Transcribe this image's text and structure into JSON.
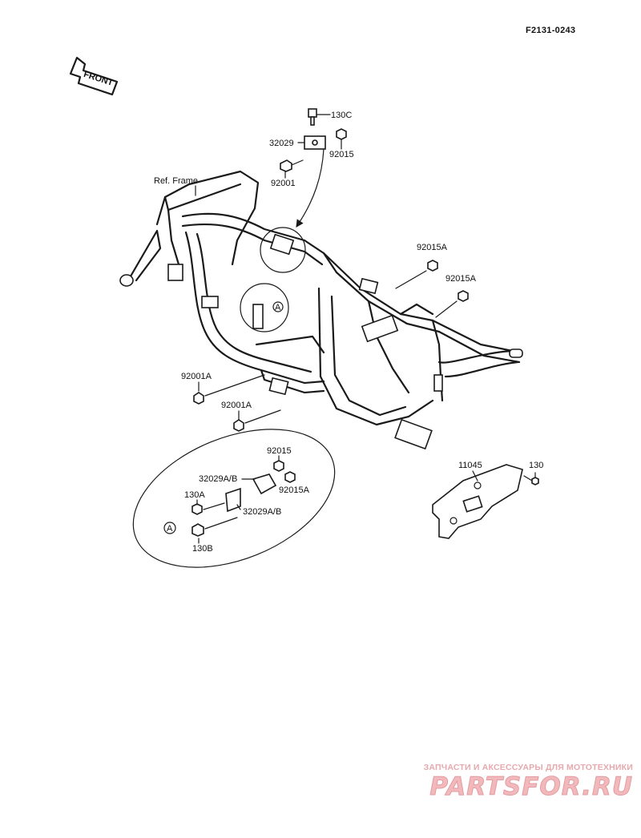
{
  "diagram_code": "F2131-0243",
  "front_arrow_label": "FRONT",
  "ref_frame_label": "Ref. Frame",
  "detail_marker": "A",
  "callouts": {
    "bolt_130c": "130C",
    "bracket_32029": "32029",
    "nut_92015_top": "92015",
    "bolt_92001": "92001",
    "nut_92015a_1": "92015A",
    "nut_92015a_2": "92015A",
    "bolt_92001a_1": "92001A",
    "bolt_92001a_2": "92001A",
    "detail_nut_92015": "92015",
    "detail_bracket_32029ab_1": "32029A/B",
    "detail_bolt_130a": "130A",
    "detail_nut_92015a": "92015A",
    "detail_bracket_32029ab_2": "32029A/B",
    "detail_bolt_130b": "130B",
    "guard_11045": "11045",
    "bolt_130": "130"
  },
  "watermark": {
    "tagline": "ЗАПЧАСТИ И АКСЕССУАРЫ ДЛЯ МОТОТЕХНИКИ",
    "logo": "PARTSFOR.RU"
  }
}
